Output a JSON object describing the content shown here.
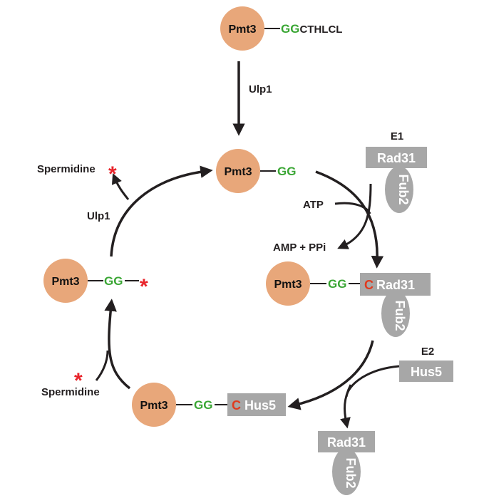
{
  "colors": {
    "pmt3_fill": "#e8a77a",
    "gg_green": "#3aa634",
    "cys_red": "#e03a1e",
    "enzyme_grey": "#a7a7a7",
    "star_red": "#e8242b",
    "arrow_black": "#231f20"
  },
  "top": {
    "pmt3": "Pmt3",
    "gg": "GG",
    "tail": "CTHLCL",
    "ulp1": "Ulp1"
  },
  "cycle": {
    "mature_pmt3": "Pmt3",
    "mature_gg": "GG",
    "e1_label": "E1",
    "e1_rad31": "Rad31",
    "e1_fub2": "Fub2",
    "atp": "ATP",
    "amp_ppi": "AMP + PPi",
    "thioester_e1_pmt3": "Pmt3",
    "thioester_e1_gg": "GG",
    "thioester_e1_c": "C",
    "thioester_e1_rad31": "Rad31",
    "thioester_e1_fub2": "Fub2",
    "e2_label": "E2",
    "e2_hus5": "Hus5",
    "released_rad31": "Rad31",
    "released_fub2": "Fub2",
    "thioester_e2_pmt3": "Pmt3",
    "thioester_e2_gg": "GG",
    "thioester_e2_c": "C",
    "thioester_e2_hus5": "Hus5",
    "spermidine_in": "Spermidine",
    "spermidine_star": "*",
    "modified_pmt3": "Pmt3",
    "modified_gg": "GG",
    "modified_star": "*",
    "ulp1": "Ulp1",
    "spermidine_out": "Spermidine",
    "spermidine_out_star": "*"
  }
}
